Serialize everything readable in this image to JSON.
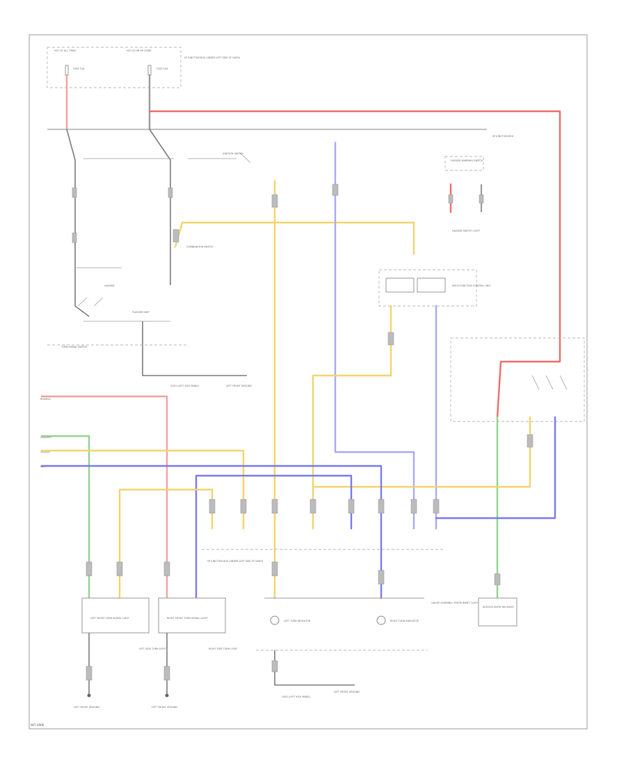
{
  "diagram": {
    "wire_colors": {
      "red": "#f06a6a",
      "pink": "#f3a0a0",
      "yellow": "#f2d46a",
      "blue": "#7878ee",
      "light_blue": "#a8a8f5",
      "green": "#8fd48f",
      "black": "#7a7a7a"
    },
    "labels": {
      "hot_at_all_times": "HOT AT ALL TIMES",
      "hot_in_on": "HOT IN ON OR START",
      "fuse_box_top": "I/P JUNCTION BOX (UNDER-LEFT SIDE OF DASH)",
      "fuse_a": "FUSE 15A",
      "fuse_b": "FUSE 10A",
      "ignition_switch": "IGNITION SWITCH",
      "hazard": "HAZARD",
      "flasher": "FLASHER UNIT",
      "combination_switch": "COMBINATION SWITCH",
      "turn_signal": "TURN SIGNAL SWITCH",
      "hazard_switch_box": "HAZARD WARNING SWITCH",
      "fuse_top_right": "I/P JUNCTION BOX",
      "hazard_sw_label": "HAZARD SWITCH LIGHT",
      "multi_relay": "MULTI-FUNCTION CONTROL UNIT",
      "ground_g1": "G201 (LEFT KICK PANEL)",
      "ground_g2": "G401 (LEFT KICK PANEL)",
      "left_ground": "LEFT FRONT GROUND",
      "wire_red": "RED/BLK",
      "wire_green": "GRN/WHT",
      "wire_yellow": "YEL/BLK",
      "wire_blue": "BLU",
      "lf_turn": "LEFT FRONT TURN SIGNAL LIGHT",
      "rf_turn": "RIGHT FRONT TURN SIGNAL LIGHT",
      "lf_side": "LEFT SIDE TURN LIGHT",
      "rf_side": "RIGHT SIDE TURN LIGHT",
      "jb_mid": "I/P JUNCTION BOX (UNDER-LEFT SIDE OF DASH)",
      "gauge_cluster": "GAUGE ASSEMBLY (INSTRUMENT CLUSTER)",
      "left_ind": "LEFT TURN INDICATOR",
      "right_ind": "RIGHT TURN INDICATOR",
      "keyless": "KEYLESS ENTRY RECEIVER",
      "footer_code": "W/T 4906"
    }
  }
}
